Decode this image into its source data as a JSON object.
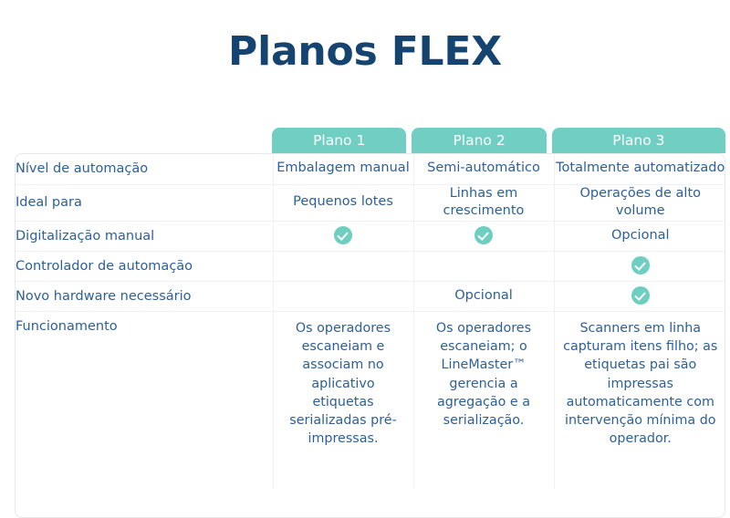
{
  "page": {
    "title": "Planos FLEX",
    "title_color": "#154471",
    "accent_color": "#70cfc2",
    "text_color": "#2d6096",
    "border_color": "#eef1f4"
  },
  "table": {
    "plan_headers": [
      {
        "label": "Plano 1"
      },
      {
        "label": "Plano 2"
      },
      {
        "label": "Plano 3"
      }
    ],
    "rows": [
      {
        "label": "Nível de automação",
        "p1": {
          "type": "text",
          "text": "Embalagem manual",
          "size": "normal"
        },
        "p2": {
          "type": "text",
          "text": "Semi-automático",
          "size": "normal"
        },
        "p3": {
          "type": "text",
          "text": "Totalmente automatizado",
          "size": "normal"
        }
      },
      {
        "label": "Ideal para",
        "p1": {
          "type": "text",
          "text": "Pequenos lotes",
          "size": "normal"
        },
        "p2": {
          "type": "text",
          "text": "Linhas em crescimento",
          "size": "small"
        },
        "p3": {
          "type": "text",
          "text": "Operações de alto volume",
          "size": "normal"
        }
      },
      {
        "label": "Digitalização manual",
        "p1": {
          "type": "check",
          "text": "",
          "icon": "check-circle-icon"
        },
        "p2": {
          "type": "check",
          "text": "",
          "icon": "check-circle-icon"
        },
        "p3": {
          "type": "text",
          "text": "Opcional",
          "size": "normal"
        }
      },
      {
        "label": "Controlador de automação",
        "p1": {
          "type": "empty",
          "text": ""
        },
        "p2": {
          "type": "empty",
          "text": ""
        },
        "p3": {
          "type": "check",
          "text": "",
          "icon": "check-circle-icon"
        }
      },
      {
        "label": "Novo hardware necessário",
        "p1": {
          "type": "empty",
          "text": ""
        },
        "p2": {
          "type": "text",
          "text": "Opcional",
          "size": "normal"
        },
        "p3": {
          "type": "check",
          "text": "",
          "icon": "check-circle-icon"
        }
      },
      {
        "label": "Funcionamento",
        "p1": {
          "type": "text",
          "text": "Os operadores escaneiam e associam no aplicativo etiquetas serializadas pré-impressas.",
          "size": "normal"
        },
        "p2": {
          "type": "text",
          "text": "Os operadores escaneiam; o LineMaster™ gerencia a agregação e a serialização.",
          "size": "normal"
        },
        "p3": {
          "type": "text",
          "text": "Scanners em linha capturam itens filho; as etiquetas pai são impressas automaticamente com intervenção mínima do operador.",
          "size": "normal"
        }
      }
    ]
  }
}
